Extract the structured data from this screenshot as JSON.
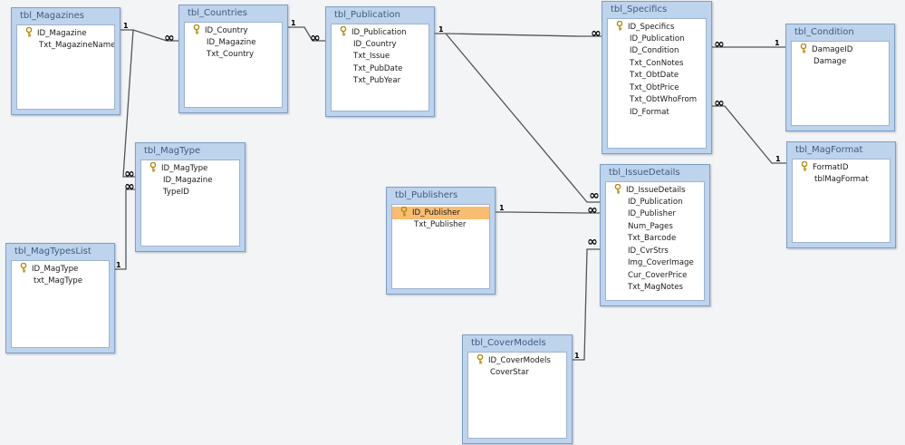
{
  "colors": {
    "canvas": "#f3f4f6",
    "card_frame": "#bed3ec",
    "card_border": "#7f9ec4",
    "title_text": "#3f5c80",
    "selected_field": "#f8bc73",
    "relationship_line": "#555555",
    "key_icon": "#c9a227"
  },
  "icons": {
    "primary_key": "key-icon"
  },
  "tables": [
    {
      "id": "tbl_Magazines",
      "title": "tbl_Magazines",
      "fields": [
        {
          "name": "ID_Magazine",
          "pk": true
        },
        {
          "name": "Txt_MagazineName",
          "pk": false
        }
      ]
    },
    {
      "id": "tbl_Countries",
      "title": "tbl_Countries",
      "fields": [
        {
          "name": "ID_Country",
          "pk": true
        },
        {
          "name": "ID_Magazine",
          "pk": false
        },
        {
          "name": "Txt_Country",
          "pk": false
        }
      ]
    },
    {
      "id": "tbl_Publication",
      "title": "tbl_Publication",
      "fields": [
        {
          "name": "ID_Publication",
          "pk": true
        },
        {
          "name": "ID_Country",
          "pk": false
        },
        {
          "name": "Txt_Issue",
          "pk": false
        },
        {
          "name": "Txt_PubDate",
          "pk": false
        },
        {
          "name": "Txt_PubYear",
          "pk": false
        }
      ]
    },
    {
      "id": "tbl_Specifics",
      "title": "tbl_Specifics",
      "fields": [
        {
          "name": "ID_Specifics",
          "pk": true
        },
        {
          "name": "ID_Publication",
          "pk": false
        },
        {
          "name": "ID_Condition",
          "pk": false
        },
        {
          "name": "Txt_ConNotes",
          "pk": false
        },
        {
          "name": "Txt_ObtDate",
          "pk": false
        },
        {
          "name": "Txt_ObtPrice",
          "pk": false
        },
        {
          "name": "Txt_ObtWhoFrom",
          "pk": false
        },
        {
          "name": "ID_Format",
          "pk": false
        }
      ]
    },
    {
      "id": "tbl_Condition",
      "title": "tbl_Condition",
      "fields": [
        {
          "name": "DamageID",
          "pk": true
        },
        {
          "name": "Damage",
          "pk": false
        }
      ]
    },
    {
      "id": "tbl_MagType",
      "title": "tbl_MagType",
      "fields": [
        {
          "name": "ID_MagType",
          "pk": true
        },
        {
          "name": "ID_Magazine",
          "pk": false
        },
        {
          "name": "TypeID",
          "pk": false
        }
      ]
    },
    {
      "id": "tbl_MagFormat",
      "title": "tbl_MagFormat",
      "fields": [
        {
          "name": "FormatID",
          "pk": true
        },
        {
          "name": "tblMagFormat",
          "pk": false
        }
      ]
    },
    {
      "id": "tbl_IssueDetails",
      "title": "tbl_IssueDetails",
      "fields": [
        {
          "name": "ID_IssueDetails",
          "pk": true
        },
        {
          "name": "ID_Publication",
          "pk": false
        },
        {
          "name": "ID_Publisher",
          "pk": false
        },
        {
          "name": "Num_Pages",
          "pk": false
        },
        {
          "name": "Txt_Barcode",
          "pk": false
        },
        {
          "name": "ID_CvrStrs",
          "pk": false
        },
        {
          "name": "Img_CoverImage",
          "pk": false
        },
        {
          "name": "Cur_CoverPrice",
          "pk": false
        },
        {
          "name": "Txt_MagNotes",
          "pk": false
        }
      ]
    },
    {
      "id": "tbl_Publishers",
      "title": "tbl_Publishers",
      "fields": [
        {
          "name": "ID_Publisher",
          "pk": true,
          "selected": true
        },
        {
          "name": "Txt_Publisher",
          "pk": false
        }
      ]
    },
    {
      "id": "tbl_MagTypesList",
      "title": "tbl_MagTypesList",
      "fields": [
        {
          "name": "ID_MagType",
          "pk": true
        },
        {
          "name": "txt_MagType",
          "pk": false
        }
      ]
    },
    {
      "id": "tbl_CoverModels",
      "title": "tbl_CoverModels",
      "fields": [
        {
          "name": "ID_CoverModels",
          "pk": true
        },
        {
          "name": "CoverStar",
          "pk": false
        }
      ]
    }
  ],
  "relationships": [
    {
      "id": "magazines-countries",
      "from_table": "tbl_Magazines",
      "to_table": "tbl_Countries",
      "one_label": "1",
      "many_label": "∞"
    },
    {
      "id": "countries-publication",
      "from_table": "tbl_Countries",
      "to_table": "tbl_Publication",
      "one_label": "1",
      "many_label": "∞"
    },
    {
      "id": "publication-specifics",
      "from_table": "tbl_Publication",
      "to_table": "tbl_Specifics",
      "one_label": "1",
      "many_label": "∞"
    },
    {
      "id": "publication-issuedetails",
      "from_table": "tbl_Publication",
      "to_table": "tbl_IssueDetails",
      "one_label": "",
      "many_label": "∞"
    },
    {
      "id": "condition-specifics",
      "from_table": "tbl_Condition",
      "to_table": "tbl_Specifics",
      "one_label": "1",
      "many_label": "∞"
    },
    {
      "id": "magformat-specifics",
      "from_table": "tbl_MagFormat",
      "to_table": "tbl_Specifics",
      "one_label": "1",
      "many_label": "∞"
    },
    {
      "id": "magazines-magtype",
      "from_table": "tbl_Magazines",
      "to_table": "tbl_MagType",
      "one_label": "",
      "many_label": "∞"
    },
    {
      "id": "magtypeslist-magtype",
      "from_table": "tbl_MagTypesList",
      "to_table": "tbl_MagType",
      "one_label": "1",
      "many_label": "∞"
    },
    {
      "id": "publishers-issuedetails",
      "from_table": "tbl_Publishers",
      "to_table": "tbl_IssueDetails",
      "one_label": "1",
      "many_label": "∞"
    },
    {
      "id": "covermodels-issuedetails",
      "from_table": "tbl_CoverModels",
      "to_table": "tbl_IssueDetails",
      "one_label": "1",
      "many_label": "∞"
    }
  ]
}
